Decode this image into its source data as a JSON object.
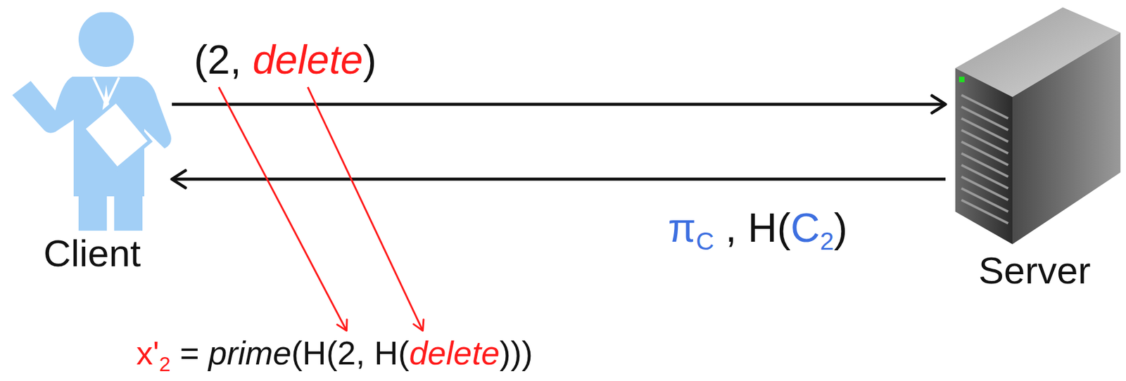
{
  "diagram": {
    "nodes": [
      {
        "text": [
          "Client"
        ]
      },
      {
        "text": [
          "Server"
        ]
      }
    ],
    "edges": [
      {
        "from": 0,
        "to": 1,
        "arrow": "to",
        "label": "(2, delete)"
      },
      {
        "from": 1,
        "to": 0,
        "arrow": "to",
        "label": "πC , H(C2)"
      }
    ],
    "labels": [
      "x'2 = prime(H(2, H(delete)))"
    ]
  }
}
